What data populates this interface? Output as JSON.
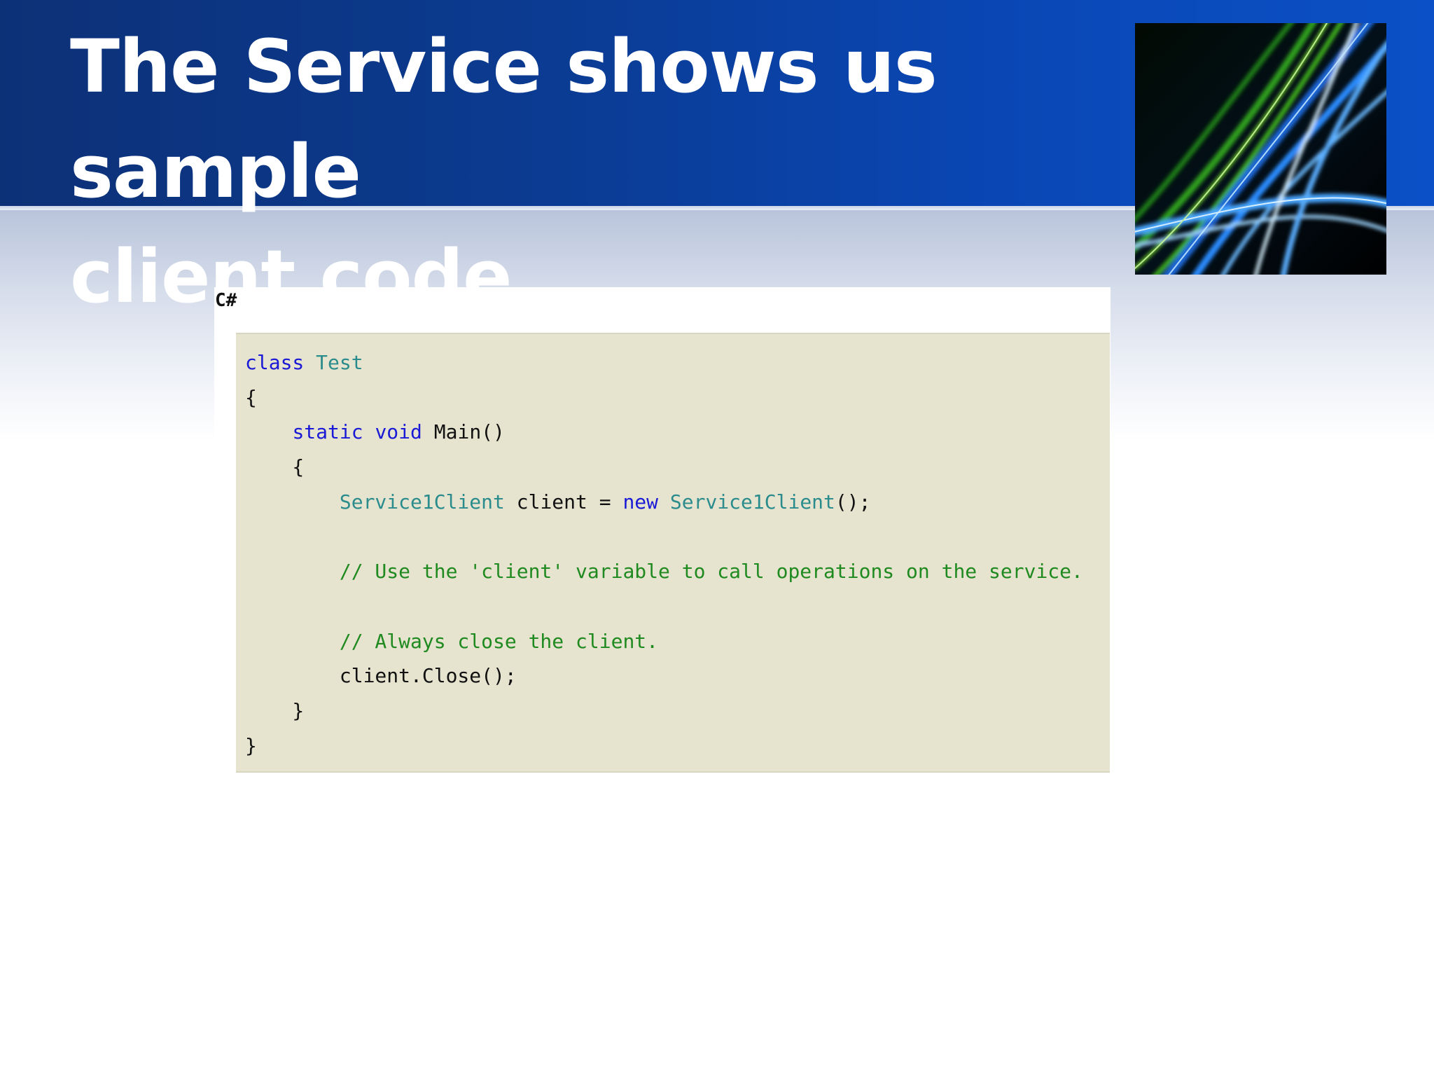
{
  "slide": {
    "title_line1": "The Service shows us sample",
    "title_line2": "client code",
    "image_description_icon": "abstract-light-streaks-image"
  },
  "code_sample": {
    "language_label": "C#",
    "lines": [
      [
        {
          "t": "class",
          "k": "kw"
        },
        {
          "t": " ",
          "k": "tx"
        },
        {
          "t": "Test",
          "k": "ty"
        }
      ],
      [
        {
          "t": "{",
          "k": "tx"
        }
      ],
      [
        {
          "t": "    ",
          "k": "tx"
        },
        {
          "t": "static",
          "k": "kw"
        },
        {
          "t": " ",
          "k": "tx"
        },
        {
          "t": "void",
          "k": "kw"
        },
        {
          "t": " Main()",
          "k": "tx"
        }
      ],
      [
        {
          "t": "    {",
          "k": "tx"
        }
      ],
      [
        {
          "t": "        ",
          "k": "tx"
        },
        {
          "t": "Service1Client",
          "k": "ty"
        },
        {
          "t": " client = ",
          "k": "tx"
        },
        {
          "t": "new",
          "k": "kw"
        },
        {
          "t": " ",
          "k": "tx"
        },
        {
          "t": "Service1Client",
          "k": "ty"
        },
        {
          "t": "();",
          "k": "tx"
        }
      ],
      [
        {
          "t": "",
          "k": "tx"
        }
      ],
      [
        {
          "t": "        ",
          "k": "tx"
        },
        {
          "t": "// Use the 'client' variable to call operations on the service.",
          "k": "cm"
        }
      ],
      [
        {
          "t": "",
          "k": "tx"
        }
      ],
      [
        {
          "t": "        ",
          "k": "tx"
        },
        {
          "t": "// Always close the client.",
          "k": "cm"
        }
      ],
      [
        {
          "t": "        client.Close();",
          "k": "tx"
        }
      ],
      [
        {
          "t": "    }",
          "k": "tx"
        }
      ],
      [
        {
          "t": "}",
          "k": "tx"
        }
      ]
    ]
  },
  "colors": {
    "header_blue": "#0b3a8f",
    "code_background": "#e6e3cf",
    "keyword": "#1a1ad6",
    "type": "#2a8c8c",
    "comment": "#1f8a1f"
  }
}
